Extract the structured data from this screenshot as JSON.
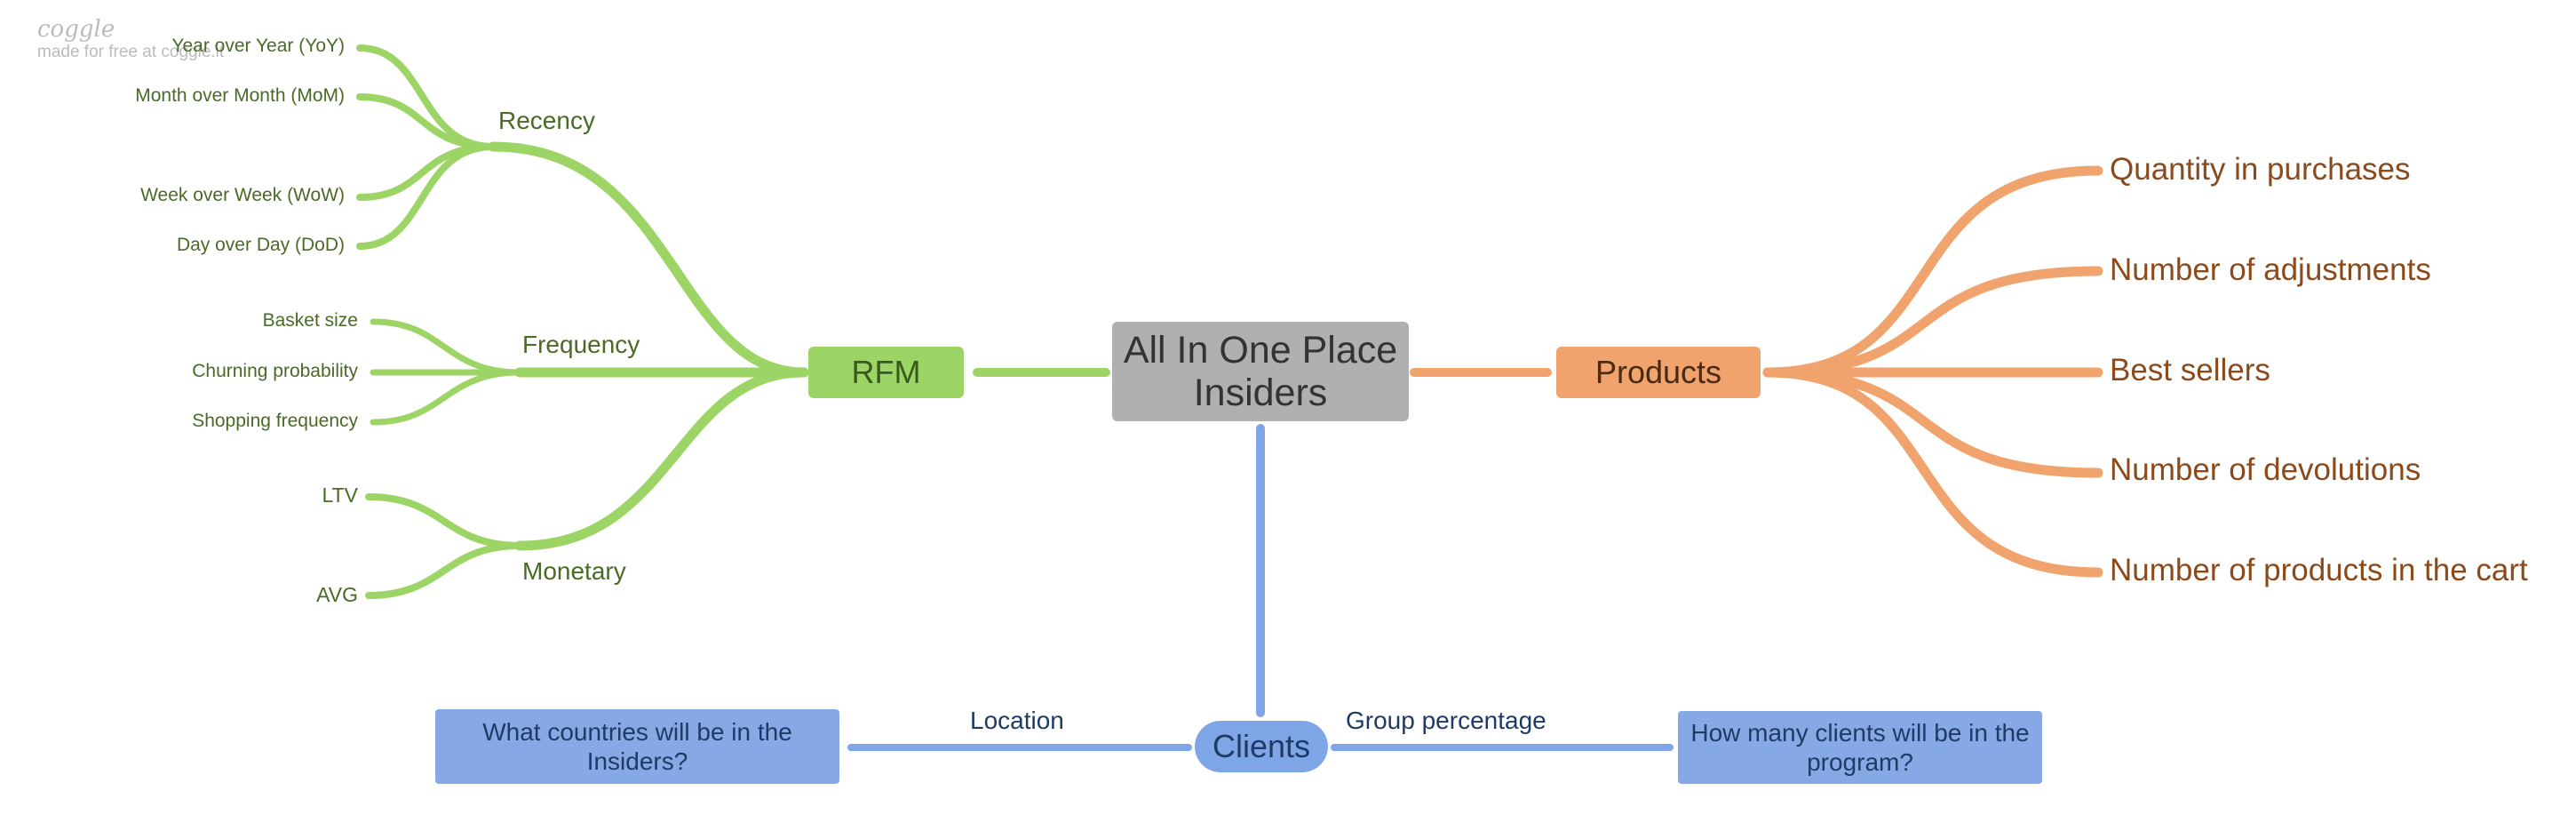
{
  "brand": {
    "logo": "coggle",
    "tagline": "made for free at coggle.it"
  },
  "center": {
    "line1": "All In One Place",
    "line2": "Insiders"
  },
  "rfm": {
    "label": "RFM",
    "recency": {
      "label": "Recency",
      "items": [
        "Year over Year (YoY)",
        "Month over Month (MoM)",
        "Week over Week (WoW)",
        "Day over Day (DoD)"
      ]
    },
    "frequency": {
      "label": "Frequency",
      "items": [
        "Basket size",
        "Churning probability",
        "Shopping frequency"
      ]
    },
    "monetary": {
      "label": "Monetary",
      "items": [
        "LTV",
        "AVG"
      ]
    }
  },
  "products": {
    "label": "Products",
    "items": [
      "Quantity in purchases",
      "Number of adjustments",
      "Best sellers",
      "Number of devolutions",
      "Number of products in the cart"
    ]
  },
  "clients": {
    "label": "Clients",
    "location_label": "Location",
    "location_question": "What countries will be in the Insiders?",
    "group_label": "Group percentage",
    "group_question": "How many clients will be in the program?"
  },
  "colors": {
    "green": "#9dd466",
    "orange": "#f0a36c",
    "blue": "#7ea6e6",
    "center": "#b0b0b0"
  }
}
